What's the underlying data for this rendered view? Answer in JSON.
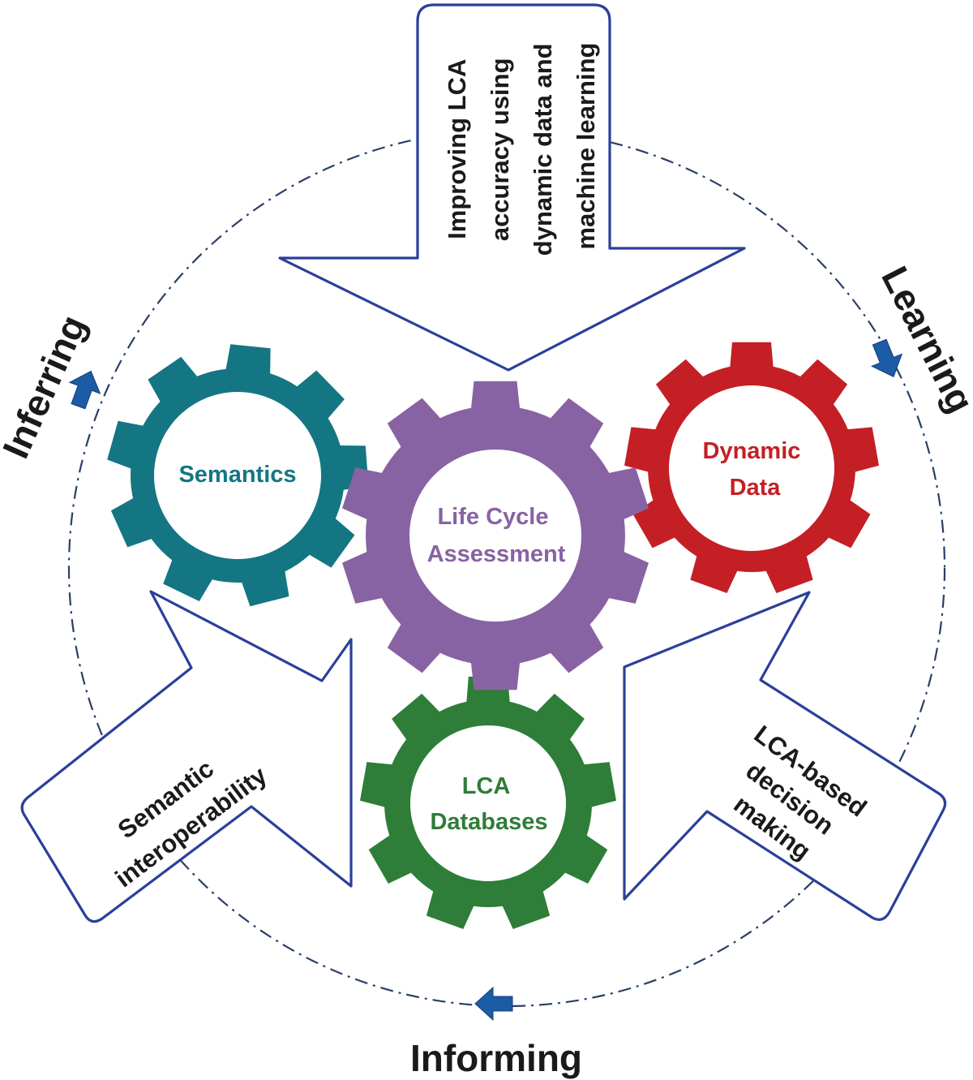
{
  "gears": {
    "center": {
      "lines": [
        "Life Cycle",
        "Assessment"
      ],
      "color": "#8763a3"
    },
    "semantics": {
      "lines": [
        "Semantics"
      ],
      "color": "#147682"
    },
    "dynamic": {
      "lines": [
        "Dynamic",
        "Data"
      ],
      "color": "#c41f25"
    },
    "databases": {
      "lines": [
        "LCA",
        "Databases"
      ],
      "color": "#2e7d38"
    }
  },
  "arrows": {
    "top": {
      "lines": [
        "Improving LCA",
        "accuracy using",
        "dynamic data and",
        "machine learning"
      ]
    },
    "left": {
      "lines": [
        "Semantic",
        "interoperability"
      ]
    },
    "right": {
      "lines": [
        "LCA-based",
        "decision",
        "making"
      ]
    }
  },
  "cycle": {
    "learning": "Learning",
    "informing": "Informing",
    "inferring": "Inferring"
  },
  "colors": {
    "outline": "#2b3f9a",
    "cycle_arrow": "#1c5ba6",
    "dash": "#2a3f66"
  }
}
